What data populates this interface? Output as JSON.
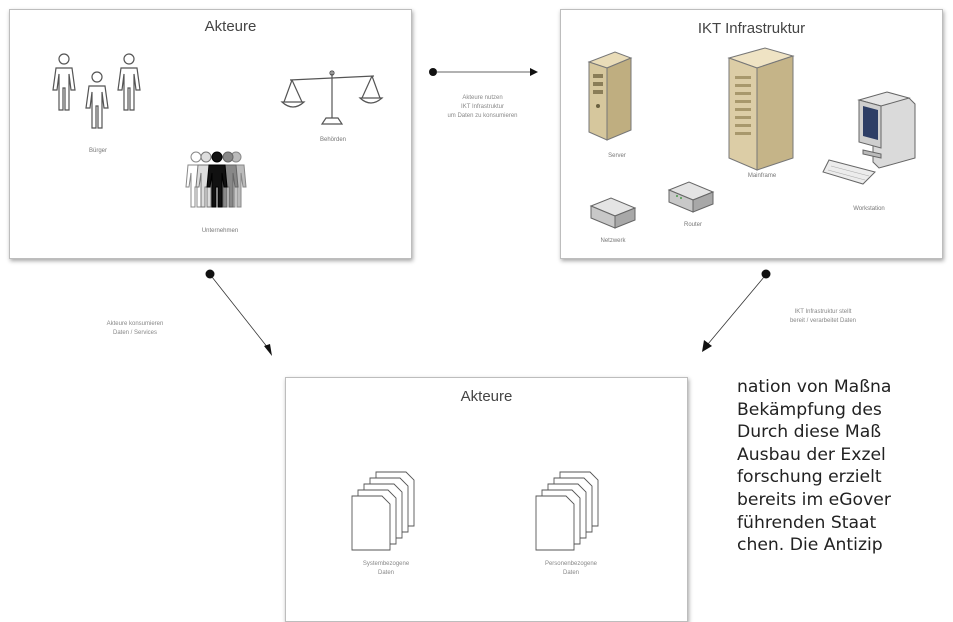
{
  "panels": {
    "actors_top": {
      "title": "Akteure",
      "labels": {
        "citizens": "Bürger",
        "authorities": "Behörden",
        "companies": "Unternehmen"
      }
    },
    "infrastructure": {
      "title": "IKT Infrastruktur",
      "labels": {
        "server": "Server",
        "mainframe": "Mainframe",
        "workstation": "Workstation",
        "network": "Netzwerk",
        "router": "Router"
      }
    },
    "actors_bottom": {
      "title": "Akteure",
      "labels": {
        "system_data": "Systembezogene\nDaten",
        "personal_data": "Personenbezogene\nDaten"
      }
    }
  },
  "flows": {
    "top": "Akteure nutzen\nIKT Infrastruktur\num Daten zu konsumieren",
    "left": "Akteure konsumieren\nDaten / Services",
    "right": "IKT Infrastruktur stellt\nbereit / verarbeitet Daten"
  },
  "body_text": [
    "nation von Maßna",
    "Bekämpfung des",
    "Durch diese Maß",
    "Ausbau der Exzel",
    "forschung erzielt",
    "bereits im eGover",
    "führenden Staat",
    "chen. Die Antizip"
  ]
}
